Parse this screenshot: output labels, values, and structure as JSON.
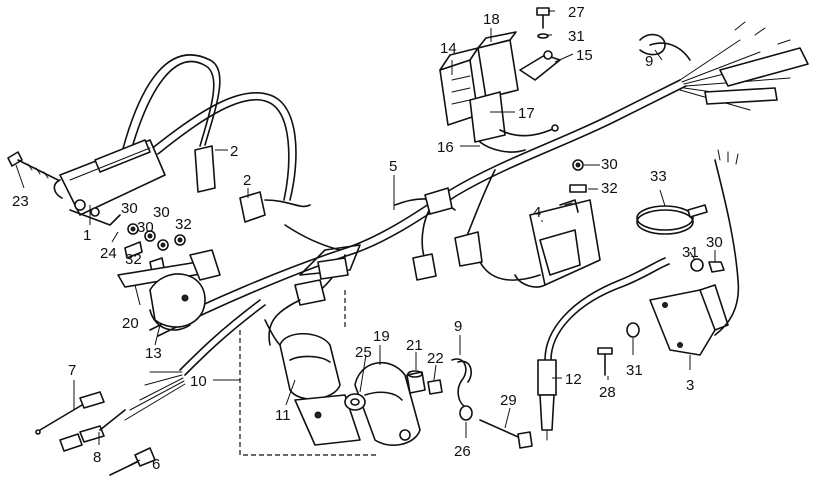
{
  "diagram": {
    "callouts": [
      {
        "id": "c1",
        "text": "1"
      },
      {
        "id": "c2a",
        "text": "2"
      },
      {
        "id": "c2b",
        "text": "2"
      },
      {
        "id": "c3",
        "text": "3"
      },
      {
        "id": "c4",
        "text": "4"
      },
      {
        "id": "c5",
        "text": "5"
      },
      {
        "id": "c6",
        "text": "6"
      },
      {
        "id": "c7",
        "text": "7"
      },
      {
        "id": "c8",
        "text": "8"
      },
      {
        "id": "c9a",
        "text": "9"
      },
      {
        "id": "c9b",
        "text": "9"
      },
      {
        "id": "c10",
        "text": "10"
      },
      {
        "id": "c11",
        "text": "11"
      },
      {
        "id": "c12",
        "text": "12"
      },
      {
        "id": "c13",
        "text": "13"
      },
      {
        "id": "c14",
        "text": "14"
      },
      {
        "id": "c15",
        "text": "15"
      },
      {
        "id": "c16",
        "text": "16"
      },
      {
        "id": "c17",
        "text": "17"
      },
      {
        "id": "c18",
        "text": "18"
      },
      {
        "id": "c19",
        "text": "19"
      },
      {
        "id": "c20",
        "text": "20"
      },
      {
        "id": "c21",
        "text": "21"
      },
      {
        "id": "c22",
        "text": "22"
      },
      {
        "id": "c23",
        "text": "23"
      },
      {
        "id": "c24",
        "text": "24"
      },
      {
        "id": "c25",
        "text": "25"
      },
      {
        "id": "c26",
        "text": "26"
      },
      {
        "id": "c27",
        "text": "27"
      },
      {
        "id": "c28",
        "text": "28"
      },
      {
        "id": "c29",
        "text": "29"
      },
      {
        "id": "c30a",
        "text": "30"
      },
      {
        "id": "c30b",
        "text": "30"
      },
      {
        "id": "c30c",
        "text": "30"
      },
      {
        "id": "c30d",
        "text": "30"
      },
      {
        "id": "c30e",
        "text": "30"
      },
      {
        "id": "c31a",
        "text": "31"
      },
      {
        "id": "c31b",
        "text": "31"
      },
      {
        "id": "c31c",
        "text": "31"
      },
      {
        "id": "c32a",
        "text": "32"
      },
      {
        "id": "c32b",
        "text": "32"
      },
      {
        "id": "c32c",
        "text": "32"
      },
      {
        "id": "c33",
        "text": "33"
      }
    ]
  }
}
